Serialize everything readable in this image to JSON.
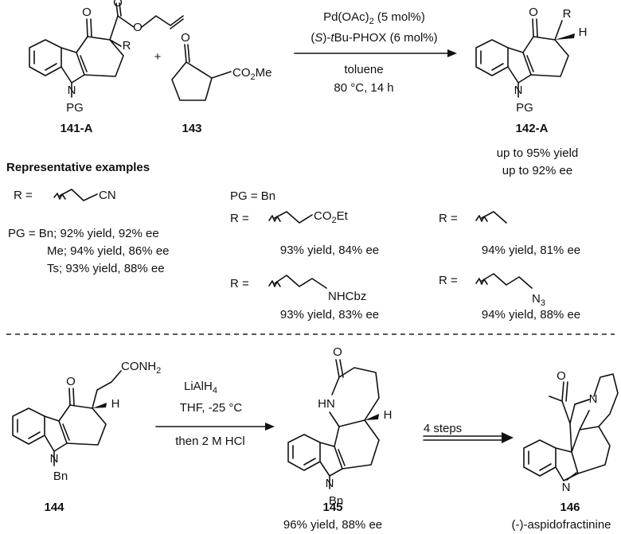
{
  "reaction1": {
    "conditions": {
      "catalyst_base": "Pd(OAc)",
      "catalyst_sub": "2",
      "catalyst_tail": " (5 mol%)",
      "ligand_s": "S",
      "ligand_t": "t",
      "ligand_rest": "Bu-PHOX (6 mol%)",
      "solvent": "toluene",
      "temp_time": "80 °C, 14 h"
    },
    "substrate_label": "141-A",
    "reagent_label": "143",
    "product_label": "142-A",
    "yield_range": "up to 95% yield",
    "ee_range": "up to 92% ee",
    "plus": "+"
  },
  "atoms": {
    "oxygen": "O",
    "nitrogen": "N",
    "hydrogen": "H",
    "r": "R",
    "pg": "PG",
    "bn": "Bn",
    "co2me": "CO",
    "co2me_sub": "2",
    "co2me_tail": "Me",
    "hn": "HN",
    "conh2": "CONH",
    "conh2_sub": "2"
  },
  "examples": {
    "heading": "Representative examples",
    "r_eq": "R =",
    "cn": "CN",
    "pg_lines": [
      "PG = Bn; 92% yield, 92% ee",
      "Me; 94% yield, 86% ee",
      "Ts; 93% yield, 88% ee"
    ],
    "pg_bn": "PG = Bn",
    "co2et": "CO",
    "co2et_sub": "2",
    "co2et_tail": "Et",
    "nhcbz": "NHCbz",
    "n3": "N",
    "n3_sub": "3",
    "yields": [
      "93% yield, 84% ee",
      "94% yield, 81% ee",
      "93% yield, 83% ee",
      "94% yield, 88% ee"
    ]
  },
  "reaction2": {
    "reagent": "LiAlH",
    "reagent_sub": "4",
    "cond2": "THF, -25 °C",
    "cond3": "then 2 M HCl",
    "steps": "4 steps",
    "label_144": "144",
    "label_145": "145",
    "label_146": "146",
    "yield_145": "96% yield, 88% ee",
    "name_146": "(-)-aspidofractinine"
  }
}
